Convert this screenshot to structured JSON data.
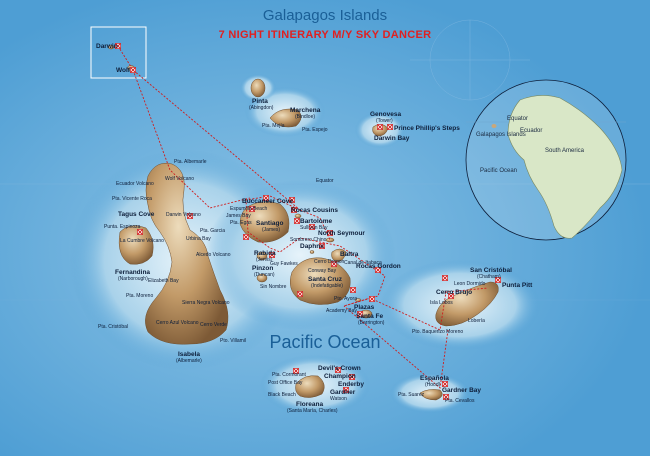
{
  "title": "Galapagos Islands",
  "subtitle": "7 NIGHT  ITINERARY M/Y  SKY DANCER",
  "ocean_label": "Pacific Ocean",
  "equator_label": "Equator",
  "inset": {
    "galapagos": "Galapagos Islands",
    "ecuador": "Ecuador",
    "south_america": "South America",
    "pacific": "Pacific Ocean",
    "equator": "Equator"
  },
  "islands": {
    "darwin": "Darwin",
    "wolf": "Wolf",
    "pinta": "Pinta",
    "pinta_sub": "(Abingdon)",
    "marchena": "Marchena",
    "marchena_sub": "(Bindloe)",
    "genovesa": "Genovesa",
    "genovesa_sub": "(Tower)",
    "fernandina": "Fernandina",
    "fernandina_sub": "(Narborough)",
    "isabela": "Isabela",
    "isabela_sub": "(Albemarle)",
    "santiago": "Santiago",
    "santiago_sub": "(James)",
    "rabida": "Rabida",
    "rabida_sub": "(Jervis)",
    "pinzon": "Pinzon",
    "pinzon_sub": "(Duncan)",
    "santa_cruz": "Santa Cruz",
    "santa_cruz_sub": "(Indefatigable)",
    "santa_fe": "Santa Fe",
    "santa_fe_sub": "(Barrington)",
    "san_cristobal": "San Cristóbal",
    "san_cristobal_sub": "(Chatham)",
    "espanola": "Española",
    "espanola_sub": "(Hood)",
    "floreana": "Floreana",
    "floreana_sub": "(Santa María, Charles)",
    "daphne": "Daphne",
    "baltra": "Baltra"
  },
  "sites": {
    "princes_steps": "Prince Phillip's Steps",
    "darwin_bay": "Darwin Bay",
    "buccaneer_cove": "Buccaneer Cove",
    "rocas_cousins": "Rocas Cousins",
    "bartolome": "Bartolome",
    "north_seymour": "North Seymour",
    "tagus_cove": "Tagus Cove",
    "la_cumbre": "La Cumbre Volcano",
    "darwin_volcano": "Darwin Volcano",
    "wolf_volcano": "Wolf Volcano",
    "ecuador_volcano": "Ecuador Volcano",
    "alcedo": "Alcedo Volcano",
    "sierra_negra": "Sierra Negra Volcano",
    "cerro_azul": "Cerro Azul Volcano",
    "cerro_verde": "Cerro Verde",
    "cerro_dragon": "Cerro Dragon",
    "sombrero_chino": "Sombrero Chino",
    "plazas": "Plazas",
    "pta_ayora": "Pto. Ayora",
    "academy_bay": "Academy Bay",
    "rocas_gordon": "Rocas Gordon",
    "canal_itabaca": "Canal de Itabaca",
    "pta_albemarle": "Pta. Albemarle",
    "pta_vicente_roca": "Pta. Vicente Roca",
    "punta_espinoza": "Punta. Espinoza",
    "pta_garcia": "Pta. Garcia",
    "pta_moreno": "Pta. Moreno",
    "pta_cristobal": "Pta. Cristóbal",
    "elizabeth_bay": "Elizabeth Bay",
    "urbina_bay": "Urbina Bay",
    "pto_villamil": "Pto. Villamil",
    "james_bay": "James Bay",
    "espumilla": "Espumilla Beach",
    "pta_egas": "Pta. Egas",
    "sullivan_bay": "Sullivan Bay",
    "guy_fawkes": "Guy Fawkes",
    "sin_nombre": "Sin Nombre",
    "pta_mejia": "Pta. Mejía",
    "pta_espejo": "Pta. Espejo",
    "leon_dormido": "Leon Dormido",
    "cerro_brujo": "Cerro Brujo",
    "punta_pitt": "Punta Pitt",
    "pto_baquerizo": "Pto. Baquerizo Moreno",
    "loberia": "Lobería",
    "isla_lobos": "Isla Lobos",
    "devils_crown": "Devil's Crown",
    "champion": "Champion",
    "enderby": "Enderby",
    "gardner_fl": "Gardner",
    "pta_cormorant": "Pta. Cormorant",
    "post_office_bay": "Post Office Bay",
    "black_beach": "Black Beach",
    "watson": "Watson",
    "pta_suarez": "Pta. Suarez",
    "gardner_bay": "Gardner Bay",
    "pta_cevallos": "Pta. Cevallos",
    "conway_bay": "Conway Bay"
  },
  "colors": {
    "ocean": "#5aa6d8",
    "shallow": "#cfe6f2",
    "land": "#c9a77a",
    "route": "#d01c1c",
    "marker": "#d01c1c",
    "title": "#1a5f97"
  }
}
